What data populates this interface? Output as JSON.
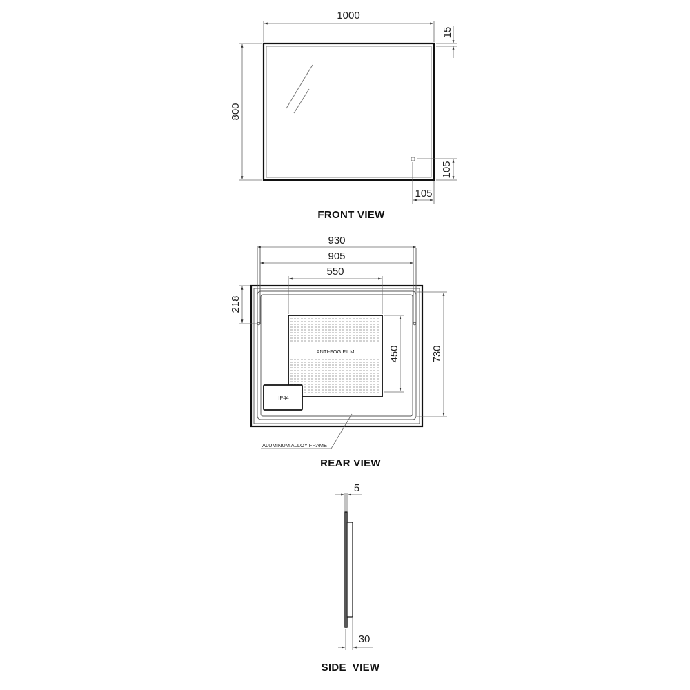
{
  "front_view": {
    "title": "FRONT VIEW",
    "width_label": "1000",
    "height_label": "800",
    "frame_label": "15",
    "sensor_offset_x": "105",
    "sensor_offset_y": "105"
  },
  "rear_view": {
    "title": "REAR VIEW",
    "outer_width_label": "930",
    "bracket_width_label": "905",
    "film_width_label": "550",
    "hanger_offset_label": "218",
    "film_height_label": "450",
    "frame_height_label": "730",
    "film_label": "ANTI-FOG FILM",
    "driver_label": "IP44",
    "frame_callout": "ALUMINUM ALLOY FRAME"
  },
  "side_view": {
    "title": "SIDE  VIEW",
    "glass_thickness_label": "5",
    "depth_label": "30"
  },
  "colors": {
    "line": "#111111",
    "dimension": "#666666",
    "background": "#ffffff"
  }
}
